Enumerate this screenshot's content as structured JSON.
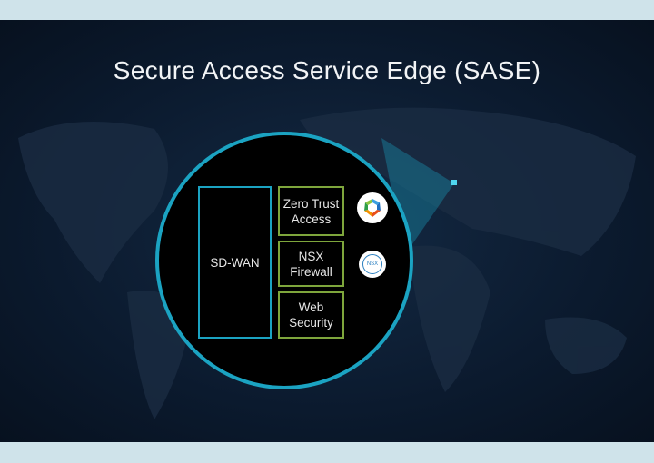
{
  "slide": {
    "title": "Secure Access Service Edge (SASE)",
    "diagram": {
      "sdwan_label": "SD-WAN",
      "services": [
        {
          "line1": "Zero Trust",
          "line2": "Access",
          "icon": "zero-trust-logo-icon"
        },
        {
          "line1": "NSX",
          "line2": "Firewall",
          "icon": "nsx-logo-icon",
          "icon_text": "NSX"
        },
        {
          "line1": "Web",
          "line2": "Security"
        }
      ]
    },
    "colors": {
      "circle": "#1ba3c2",
      "sdwan_border": "#1ba3c2",
      "service_border": "#7ea63c",
      "background": "#0b1a2e",
      "frame": "#cfe3ea"
    }
  }
}
